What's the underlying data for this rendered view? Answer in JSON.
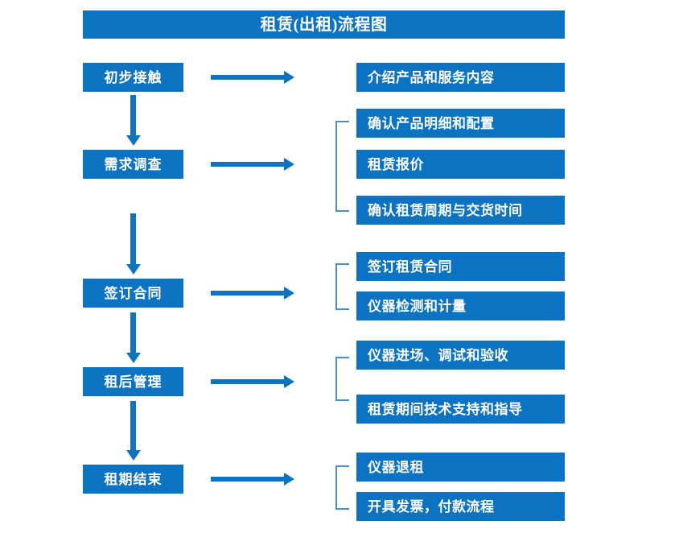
{
  "diagram": {
    "title": "租赁(出租)流程图",
    "accent_color": "#0c73c2",
    "bracket_color": "#4a8ec9",
    "text_color": "#ffffff",
    "background_color": "#ffffff"
  },
  "stages": [
    {
      "label": "初步接触"
    },
    {
      "label": "需求调查"
    },
    {
      "label": "签订合同"
    },
    {
      "label": "租后管理"
    },
    {
      "label": "租期结束"
    }
  ],
  "tasks": [
    {
      "label": "介绍产品和服务内容"
    },
    {
      "label": "确认产品明细和配置"
    },
    {
      "label": "租赁报价"
    },
    {
      "label": "确认租赁周期与交货时间"
    },
    {
      "label": "签订租赁合同"
    },
    {
      "label": "仪器检测和计量"
    },
    {
      "label": "仪器进场、调试和验收"
    },
    {
      "label": "租赁期间技术支持和指导"
    },
    {
      "label": "仪器退租"
    },
    {
      "label": "开具发票，付款流程"
    }
  ],
  "chart_data": {
    "type": "diagram",
    "title": "租赁(出租)流程图",
    "nodes": [
      {
        "id": "s1",
        "column": "stage",
        "label": "初步接触"
      },
      {
        "id": "s2",
        "column": "stage",
        "label": "需求调查"
      },
      {
        "id": "s3",
        "column": "stage",
        "label": "签订合同"
      },
      {
        "id": "s4",
        "column": "stage",
        "label": "租后管理"
      },
      {
        "id": "s5",
        "column": "stage",
        "label": "租期结束"
      },
      {
        "id": "t1",
        "column": "task",
        "label": "介绍产品和服务内容"
      },
      {
        "id": "t2",
        "column": "task",
        "label": "确认产品明细和配置"
      },
      {
        "id": "t3",
        "column": "task",
        "label": "租赁报价"
      },
      {
        "id": "t4",
        "column": "task",
        "label": "确认租赁周期与交货时间"
      },
      {
        "id": "t5",
        "column": "task",
        "label": "签订租赁合同"
      },
      {
        "id": "t6",
        "column": "task",
        "label": "仪器检测和计量"
      },
      {
        "id": "t7",
        "column": "task",
        "label": "仪器进场、调试和验收"
      },
      {
        "id": "t8",
        "column": "task",
        "label": "租赁期间技术支持和指导"
      },
      {
        "id": "t9",
        "column": "task",
        "label": "仪器退租"
      },
      {
        "id": "t10",
        "column": "task",
        "label": "开具发票，付款流程"
      }
    ],
    "edges": [
      {
        "from": "s1",
        "to": "s2",
        "type": "vertical-arrow"
      },
      {
        "from": "s2",
        "to": "s3",
        "type": "vertical-arrow"
      },
      {
        "from": "s3",
        "to": "s4",
        "type": "vertical-arrow"
      },
      {
        "from": "s4",
        "to": "s5",
        "type": "vertical-arrow"
      },
      {
        "from": "s1",
        "to": "t1",
        "type": "horizontal-arrow"
      },
      {
        "from": "s2",
        "to": "t2",
        "type": "horizontal-arrow"
      },
      {
        "from": "s3",
        "to": "t5",
        "type": "horizontal-arrow"
      },
      {
        "from": "s4",
        "to": "t7",
        "type": "horizontal-arrow"
      },
      {
        "from": "s5",
        "to": "t9",
        "type": "horizontal-arrow"
      }
    ],
    "groups": [
      {
        "members": [
          "t2",
          "t3",
          "t4"
        ]
      },
      {
        "members": [
          "t5",
          "t6"
        ]
      },
      {
        "members": [
          "t7",
          "t8"
        ]
      },
      {
        "members": [
          "t9",
          "t10"
        ]
      }
    ]
  }
}
